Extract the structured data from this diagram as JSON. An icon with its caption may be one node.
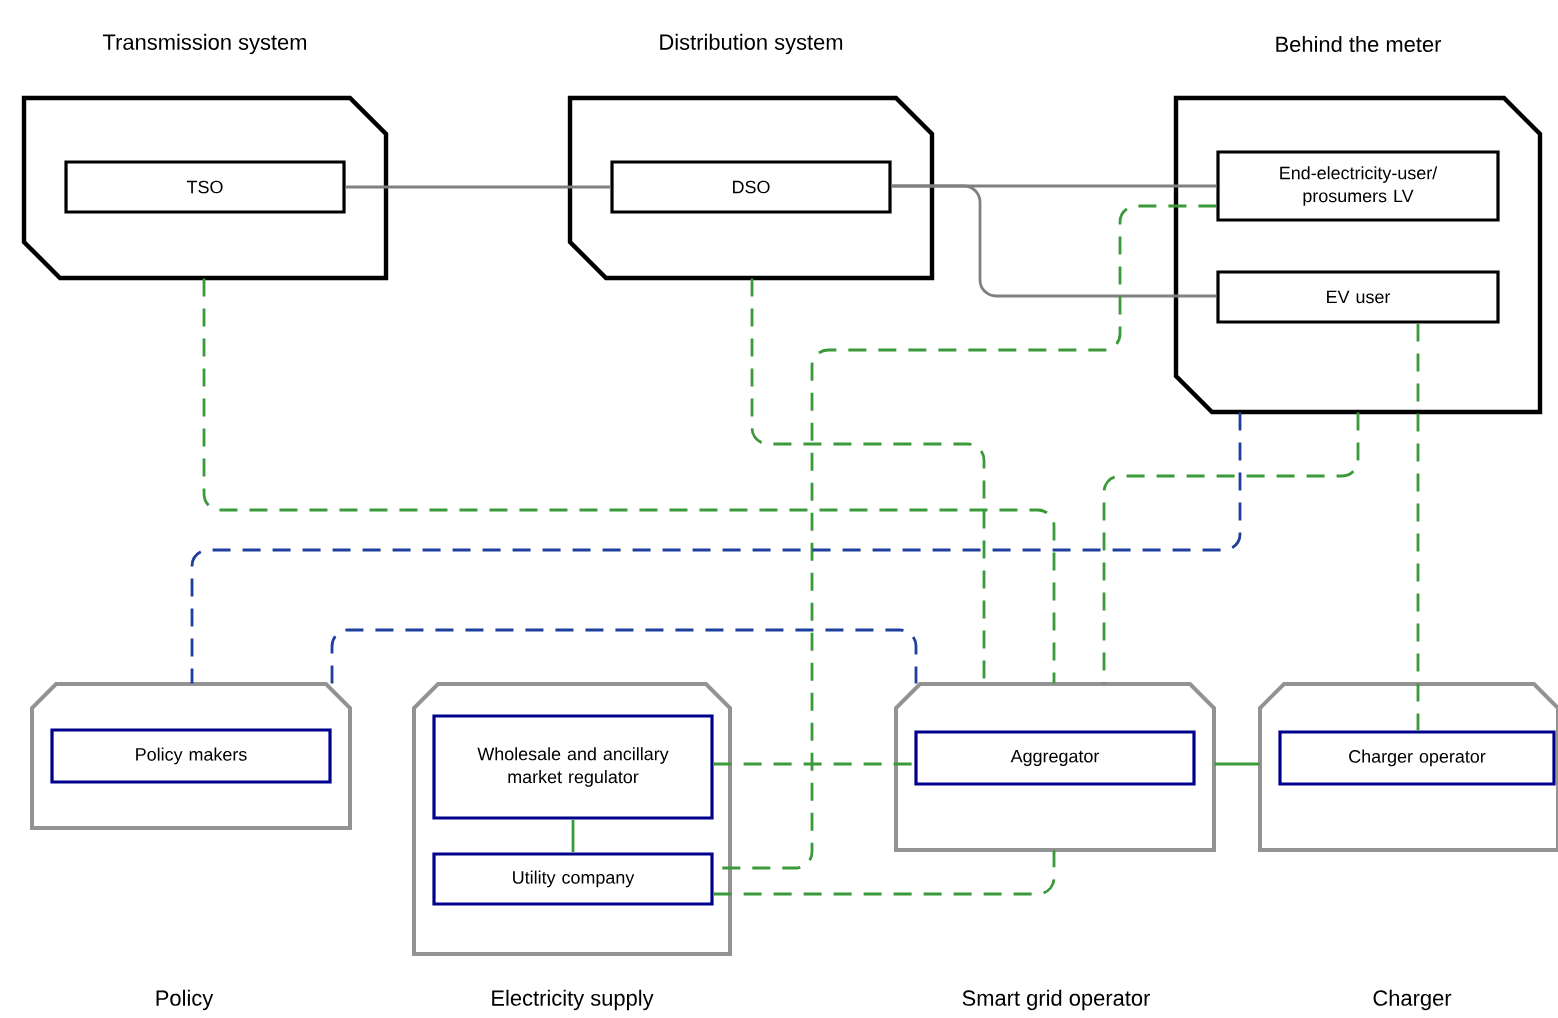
{
  "diagram": {
    "nodes": [
      {
        "text": [
          "Transmission system"
        ]
      },
      {
        "text": [
          "TSO"
        ],
        "in": 0
      },
      {
        "text": [
          "Distribution system"
        ]
      },
      {
        "text": [
          "DSO"
        ],
        "in": 2
      },
      {
        "text": [
          "Behind the meter"
        ]
      },
      {
        "text": [
          "End-electricity-user/ prosumers LV"
        ],
        "in": 4
      },
      {
        "text": [
          "EV user"
        ],
        "in": 4
      },
      {
        "text": [],
        "shape": "box"
      },
      {
        "text": [
          "Policy makers"
        ],
        "in": 7
      },
      {
        "text": [
          "Electricity supply"
        ]
      },
      {
        "text": [
          "Wholesale and ancillary market regulator"
        ],
        "in": 9
      },
      {
        "text": [
          "Utility company"
        ],
        "in": 9
      },
      {
        "text": [],
        "shape": "box"
      },
      {
        "text": [
          "Aggregator"
        ],
        "in": 12
      },
      {
        "text": [],
        "shape": "box"
      },
      {
        "text": [
          "Charger operator"
        ],
        "in": 14
      }
    ],
    "edges": [
      {
        "from": 1,
        "to": 3,
        "arrow": "none",
        "color": "#808080"
      },
      {
        "from": 3,
        "to": 5,
        "arrow": "none",
        "color": "#808080"
      },
      {
        "from": 3,
        "to": 6,
        "arrow": "none",
        "color": "#808080"
      },
      {
        "from": 0,
        "to": 12,
        "arrow": "none",
        "style": "dashed"
      },
      {
        "from": 2,
        "to": 12,
        "arrow": "none",
        "style": "dashed"
      },
      {
        "from": 4,
        "to": 12,
        "arrow": "none",
        "style": "dashed"
      },
      {
        "from": 5,
        "to": 11,
        "arrow": "none",
        "style": "dashed"
      },
      {
        "from": 10,
        "to": 13,
        "arrow": "none",
        "style": "dashed"
      },
      {
        "from": 11,
        "to": 12,
        "arrow": "none",
        "style": "dashed"
      },
      {
        "from": 10,
        "to": 11,
        "arrow": "none"
      },
      {
        "from": 12,
        "to": 14,
        "arrow": "none"
      },
      {
        "from": 6,
        "to": 15,
        "arrow": "none",
        "style": "dashed"
      },
      {
        "from": 4,
        "to": 7,
        "arrow": "none",
        "style": "dashed",
        "color": "#1f3f9f"
      },
      {
        "from": 7,
        "to": 12,
        "arrow": "none",
        "style": "dashed",
        "color": "#1f3f9f"
      }
    ],
    "labels": [
      "Policy",
      "Smart grid operator",
      "Charger"
    ]
  }
}
